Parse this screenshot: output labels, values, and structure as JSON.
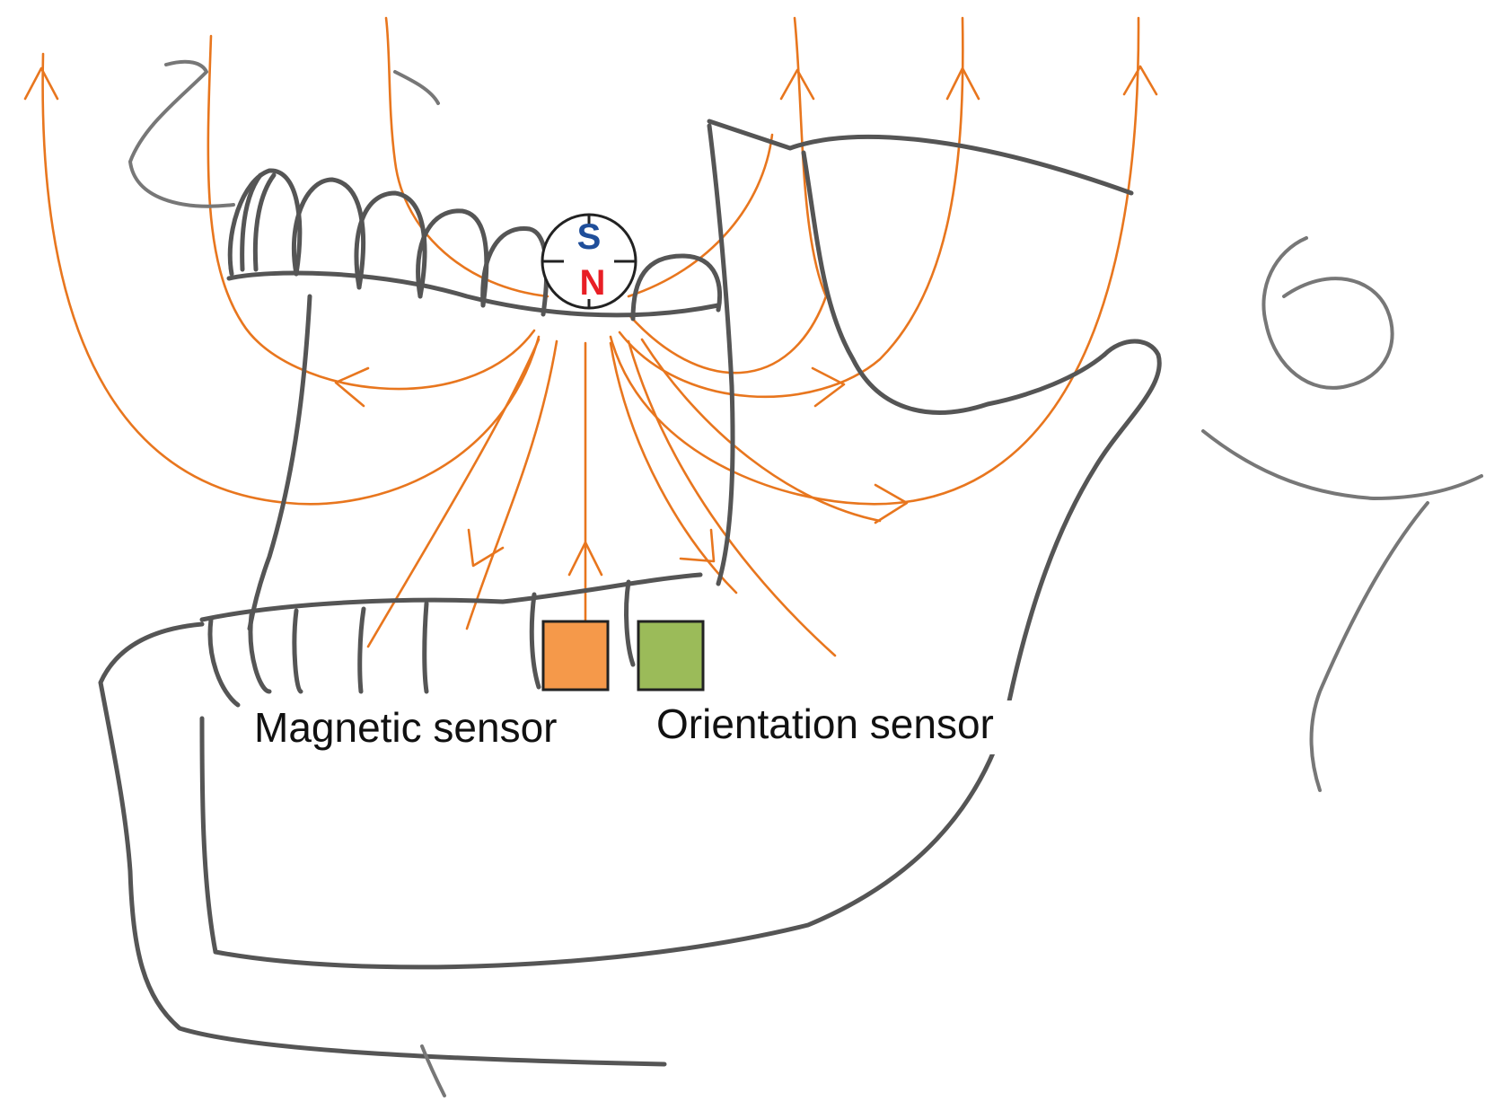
{
  "labels": {
    "magnetic_sensor": "Magnetic sensor",
    "orientation_sensor": "Orientation sensor"
  },
  "magnet": {
    "south_pole": "S",
    "north_pole": "N"
  },
  "colors": {
    "field_lines": "#e8761e",
    "magnetic_sensor_fill": "#f5994a",
    "orientation_sensor_fill": "#9bbb59",
    "south_pole": "#1f4e9a",
    "north_pole": "#e81e25",
    "sketch_lines": "#555555"
  }
}
